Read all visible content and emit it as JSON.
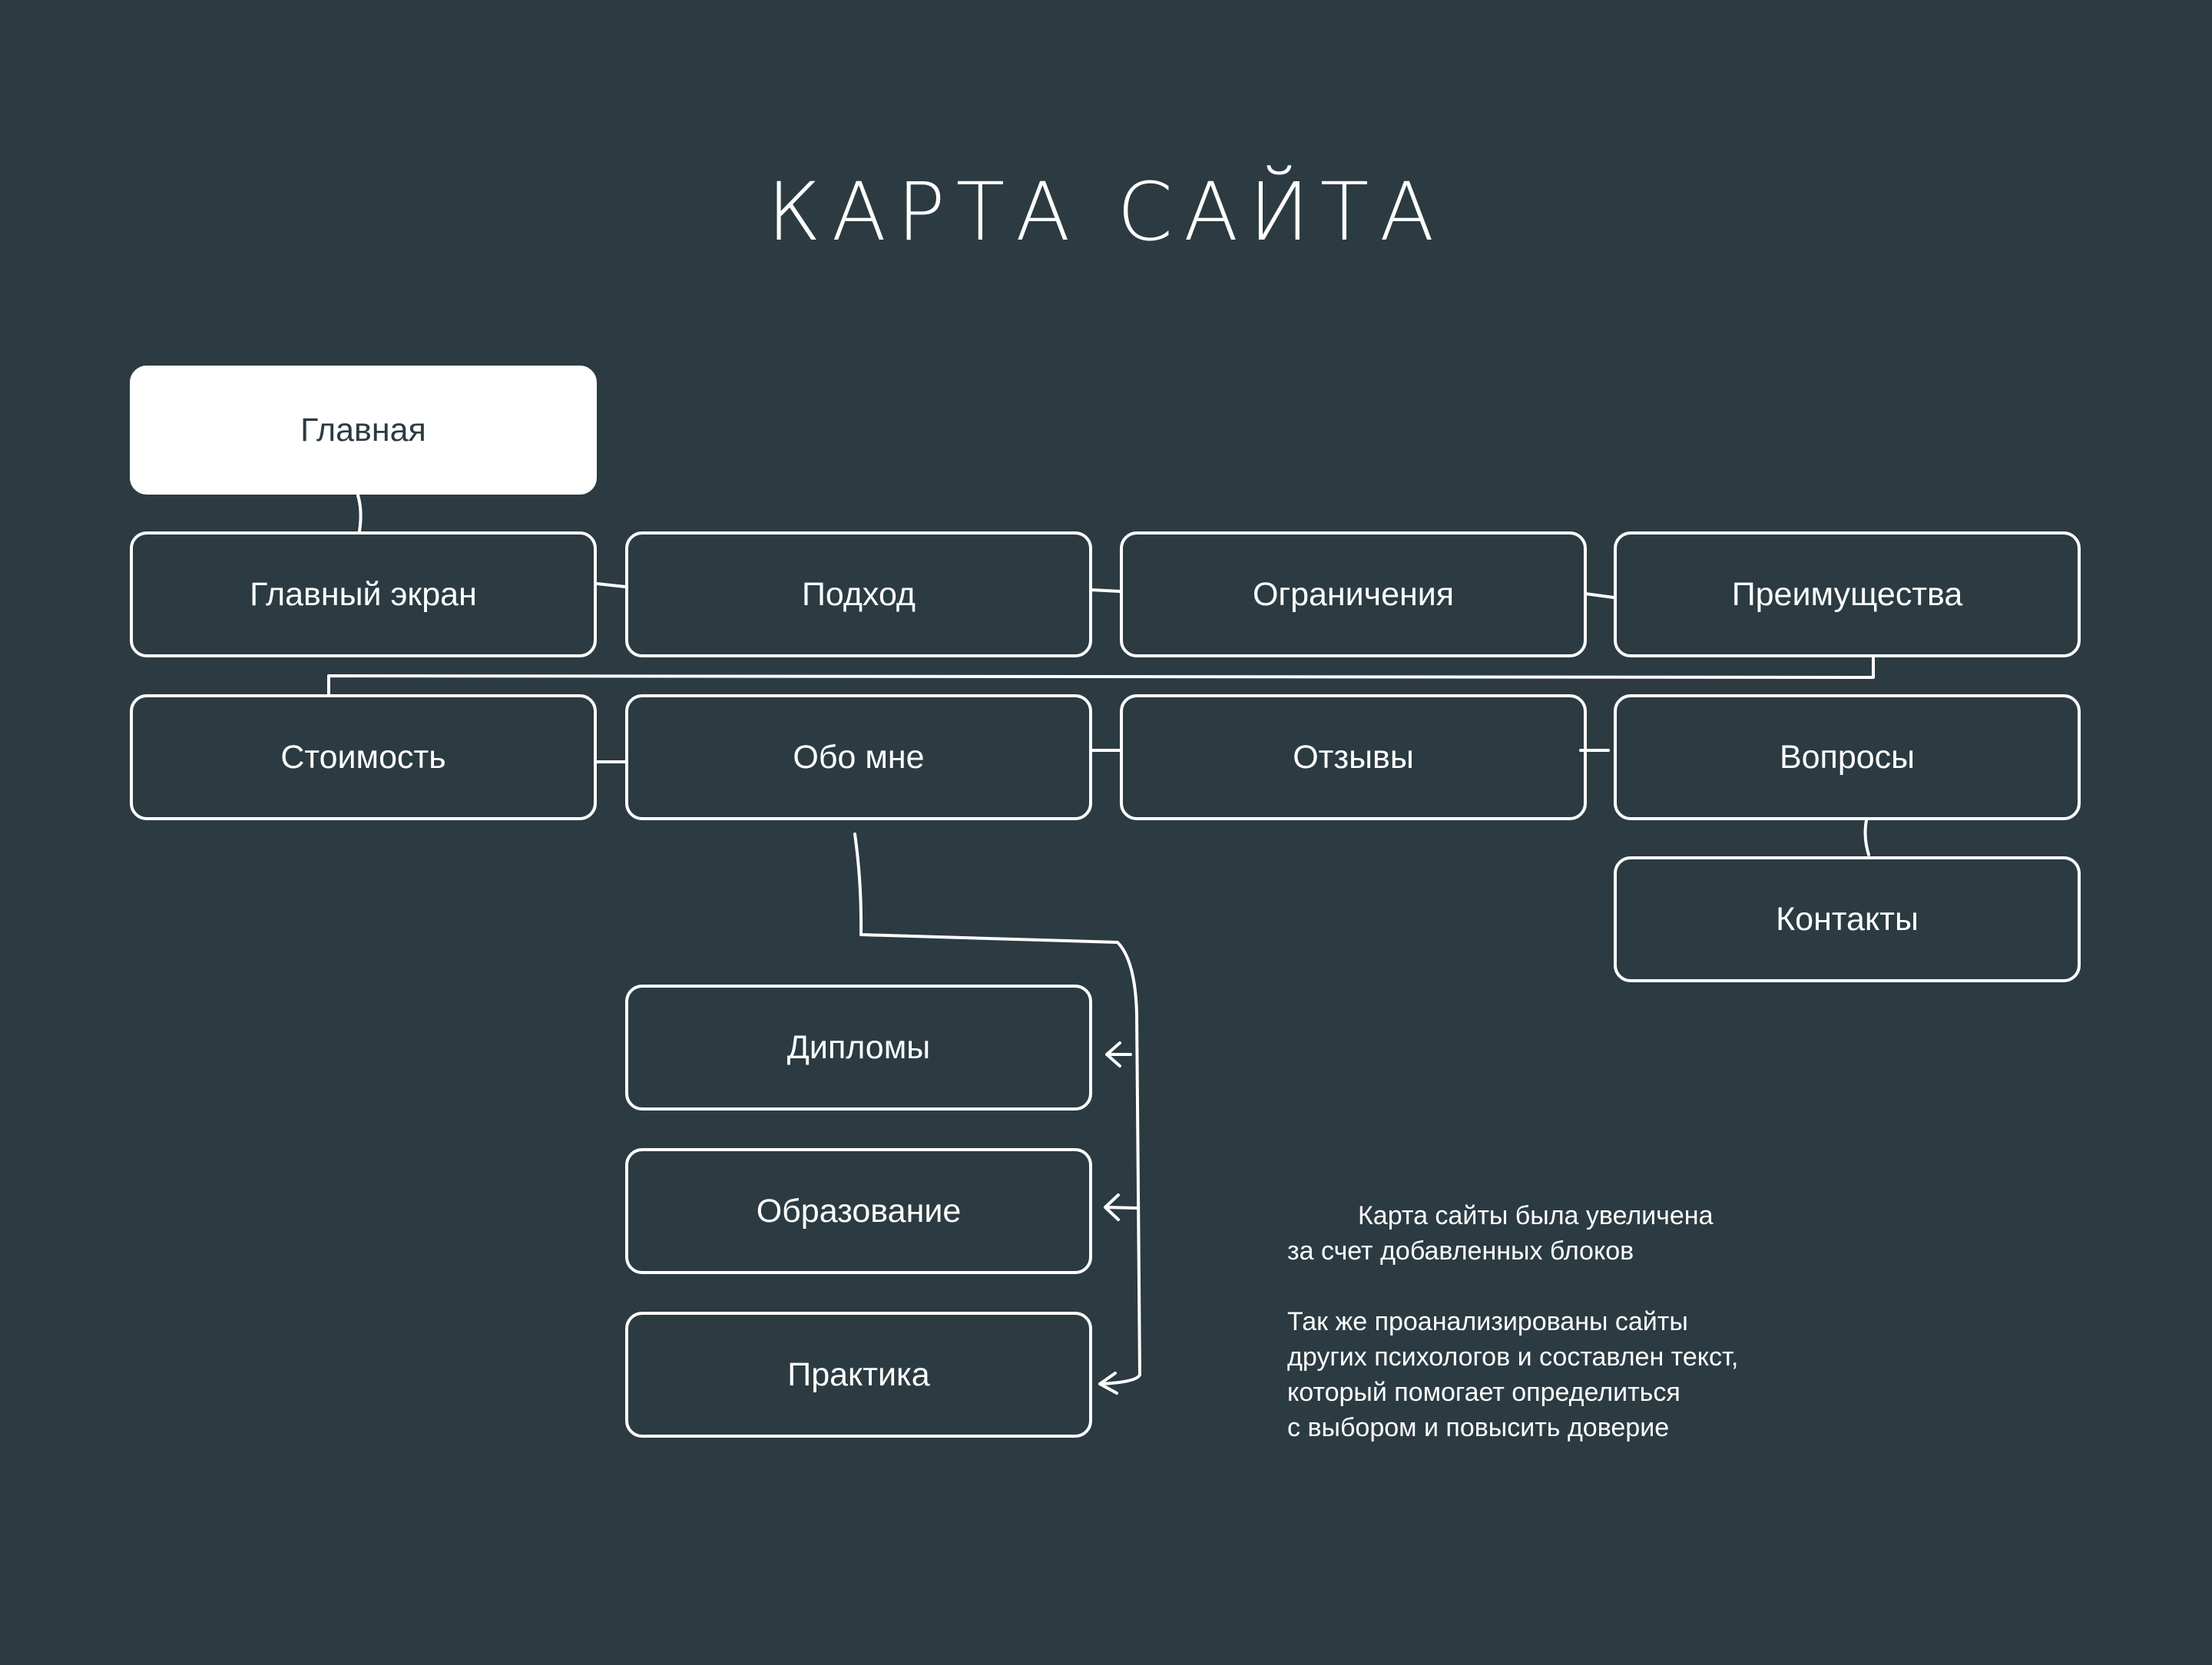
{
  "title": "КАРТА САЙТА",
  "nodes": {
    "home": "Главная",
    "main_screen": "Главный экран",
    "approach": "Подход",
    "limitations": "Ограничения",
    "advantages": "Преимущества",
    "price": "Стоимость",
    "about": "Обо мне",
    "reviews": "Отзывы",
    "questions": "Вопросы",
    "contacts": "Контакты",
    "diplomas": "Дипломы",
    "education": "Образование",
    "practice": "Практика"
  },
  "note": {
    "p1_line1": "Карта сайты была увеличена",
    "p1_line2": "за счет добавленных блоков",
    "p2_line1": "Так же проанализированы сайты",
    "p2_line2": "других психологов и составлен текст,",
    "p2_line3": "который помогает определиться",
    "p2_line4": "с выбором и повысить доверие"
  },
  "colors": {
    "background": "#2b3b41",
    "foreground": "#ffffff"
  }
}
